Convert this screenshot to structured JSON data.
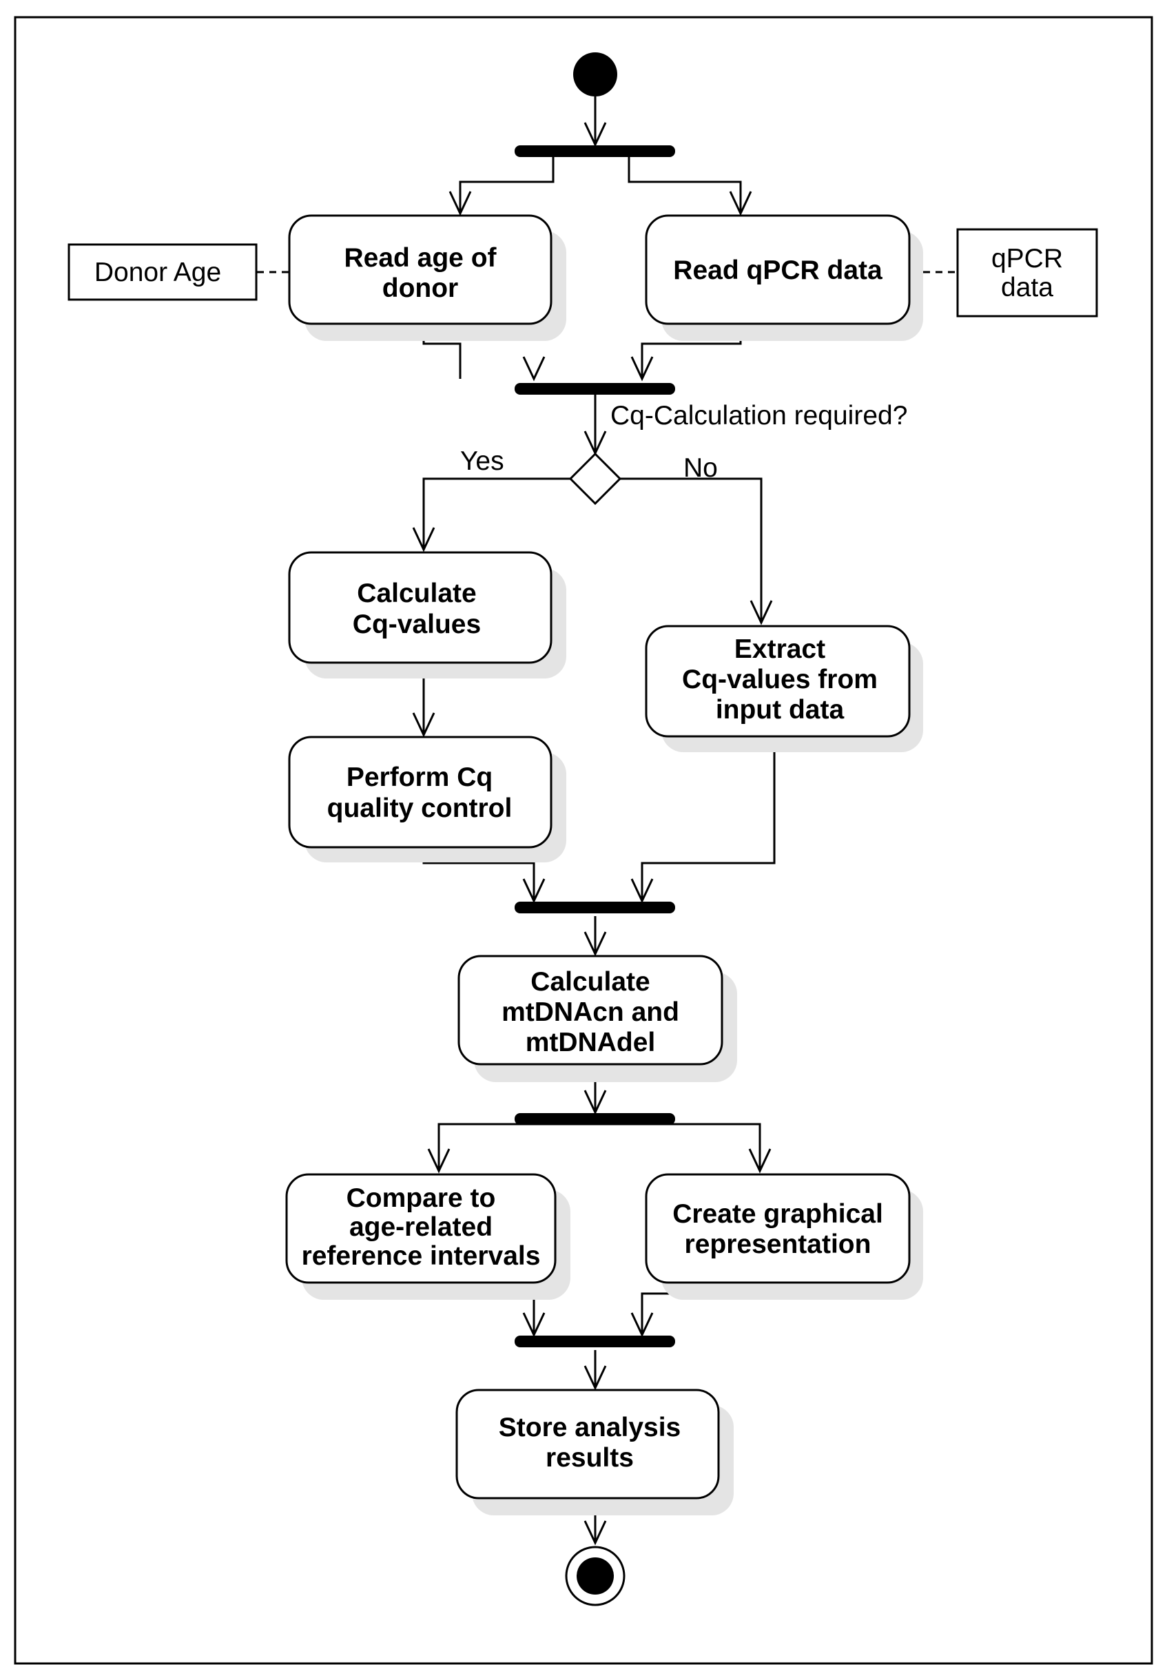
{
  "actions": {
    "read_age": [
      "Read age of",
      "donor"
    ],
    "read_qpcr": [
      "Read qPCR data"
    ],
    "calc_cq": [
      "Calculate",
      "Cq-values"
    ],
    "extract_cq": [
      "Extract",
      "Cq-values from",
      "input data"
    ],
    "cq_qc": [
      "Perform Cq",
      "quality control"
    ],
    "calc_mtdna": [
      "Calculate",
      "mtDNAcn and",
      "mtDNAdel"
    ],
    "compare": [
      "Compare to",
      "age-related",
      "reference intervals"
    ],
    "graph": [
      "Create graphical",
      "representation"
    ],
    "store": [
      "Store analysis",
      "results"
    ]
  },
  "objects": {
    "donor_age": [
      "Donor Age"
    ],
    "qpcr_data": [
      "qPCR",
      "data"
    ]
  },
  "guards": {
    "question": "Cq-Calculation required?",
    "yes": "Yes",
    "no": "No"
  }
}
